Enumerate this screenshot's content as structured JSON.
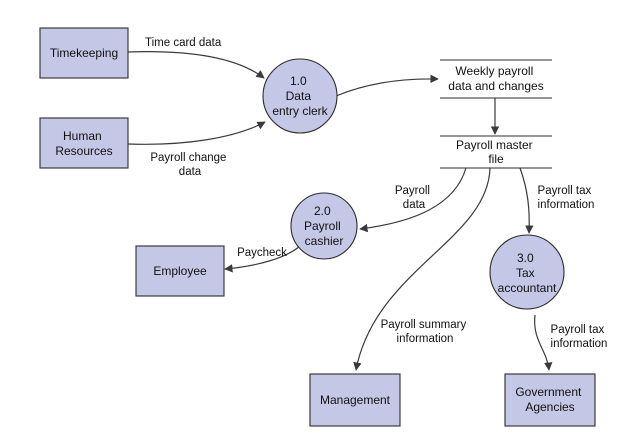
{
  "entities": {
    "timekeeping": [
      "Timekeeping"
    ],
    "human_resources": [
      "Human",
      "Resources"
    ],
    "employee": [
      "Employee"
    ],
    "management": [
      "Management"
    ],
    "government_agencies": [
      "Government",
      "Agencies"
    ]
  },
  "processes": {
    "data_entry": [
      "1.0",
      "Data",
      "entry clerk"
    ],
    "payroll_cashier": [
      "2.0",
      "Payroll",
      "cashier"
    ],
    "tax_accountant": [
      "3.0",
      "Tax",
      "accountant"
    ]
  },
  "data_stores": {
    "weekly_payroll": [
      "Weekly payroll",
      "data and changes"
    ],
    "payroll_master": [
      "Payroll master",
      "file"
    ]
  },
  "flows": {
    "time_card": [
      "Time card data"
    ],
    "payroll_change": [
      "Payroll change",
      "data"
    ],
    "payroll_data": [
      "Payroll",
      "data"
    ],
    "paycheck": [
      "Paycheck"
    ],
    "payroll_tax_info_1": [
      "Payroll tax",
      "information"
    ],
    "payroll_summary": [
      "Payroll summary",
      "information"
    ],
    "payroll_tax_info_2": [
      "Payroll tax",
      "information"
    ]
  },
  "colors": {
    "node_fill": "#c5c7e6",
    "stroke": "#2c2c2c"
  }
}
